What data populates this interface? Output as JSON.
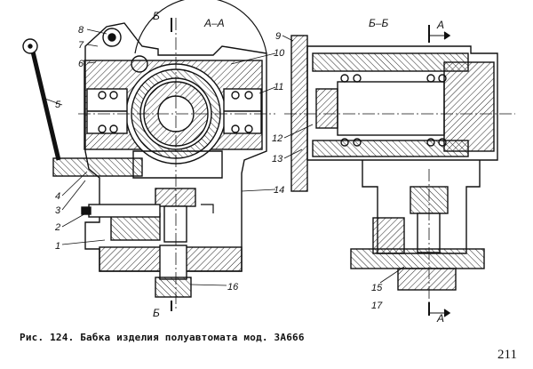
{
  "figure": {
    "section_labels": {
      "left_title": "А–А",
      "right_title": "Б–Б",
      "cut_b_top": "Б",
      "cut_b_bottom": "Б",
      "cut_a_top": "А",
      "cut_a_bottom": "А"
    },
    "callouts": {
      "c1": "1",
      "c2": "2",
      "c3": "3",
      "c4": "4",
      "c5": "5",
      "c6": "6",
      "c7": "7",
      "c8": "8",
      "c9": "9",
      "c10": "10",
      "c11": "11",
      "c12": "12",
      "c13": "13",
      "c14": "14",
      "c15": "15",
      "c16": "16",
      "c17": "17"
    }
  },
  "caption": "Рис. 124. Бабка изделия полуавтомата мод. 3А666",
  "page_number": "211"
}
